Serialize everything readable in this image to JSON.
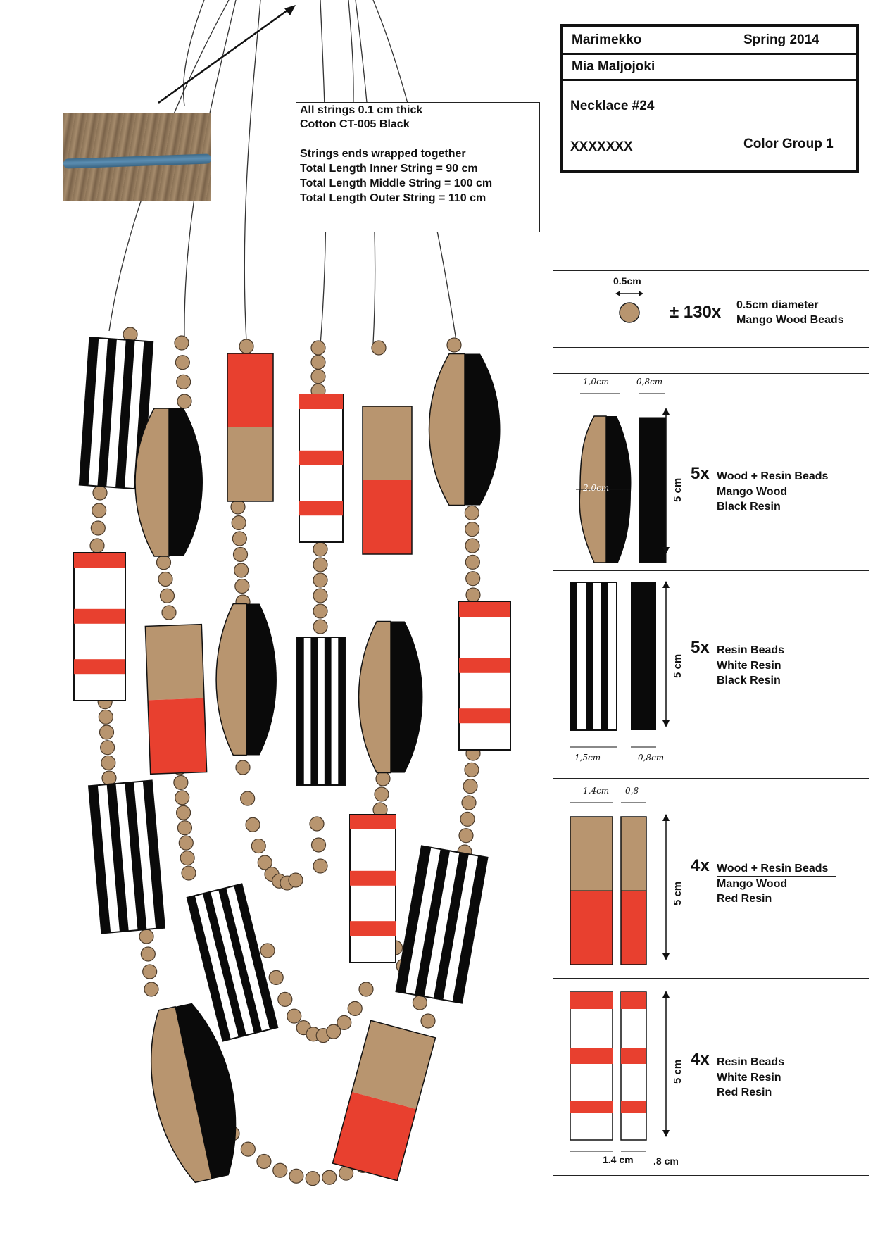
{
  "title_block": {
    "brand": "Marimekko",
    "season": "Spring 2014",
    "designer": "Mia Maljojoki",
    "item": "Necklace #24",
    "code": "XXXXXXX",
    "color_group": "Color Group 1"
  },
  "string_spec": {
    "lines": [
      "All strings 0.1 cm thick",
      "Cotton CT-005 Black",
      "",
      "Strings ends wrapped together",
      "Total Length Inner String = 90 cm",
      "Total Length Middle String = 100 cm",
      "Total Length Outer String = 110 cm"
    ]
  },
  "string_swatch": {
    "description_icon": "cord-swatch",
    "color": "#5c8eb2"
  },
  "colors": {
    "wood": "#b8956f",
    "red": "#e8402f",
    "black": "#0a0a0a",
    "white": "#ffffff"
  },
  "legend": {
    "small_beads": {
      "dimension": "0.5cm",
      "quantity": "± 130x",
      "line1": "0.5cm diameter",
      "line2": "Mango Wood Beads"
    },
    "beads": [
      {
        "quantity": "5x",
        "title": "Wood + Resin Beads",
        "material1": "Mango Wood",
        "material2": "Black Resin",
        "length": "5 cm",
        "width_a": "1,0cm",
        "width_b": "0,8cm",
        "inner": "2,0cm"
      },
      {
        "quantity": "5x",
        "title": "Resin Beads",
        "material1": "White Resin",
        "material2": "Black Resin",
        "length": "5 cm",
        "width_a": "1,5cm",
        "width_b": "0,8cm"
      },
      {
        "quantity": "4x",
        "title": "Wood + Resin Beads",
        "material1": "Mango Wood",
        "material2": "Red Resin",
        "length": "5 cm",
        "width_a": "1,4cm",
        "width_b": "0,8"
      },
      {
        "quantity": "4x",
        "title": "Resin Beads",
        "material1": "White Resin",
        "material2": "Red Resin",
        "length": "5 cm",
        "width_a": "1.4 cm",
        "width_b": ".8 cm"
      }
    ]
  }
}
